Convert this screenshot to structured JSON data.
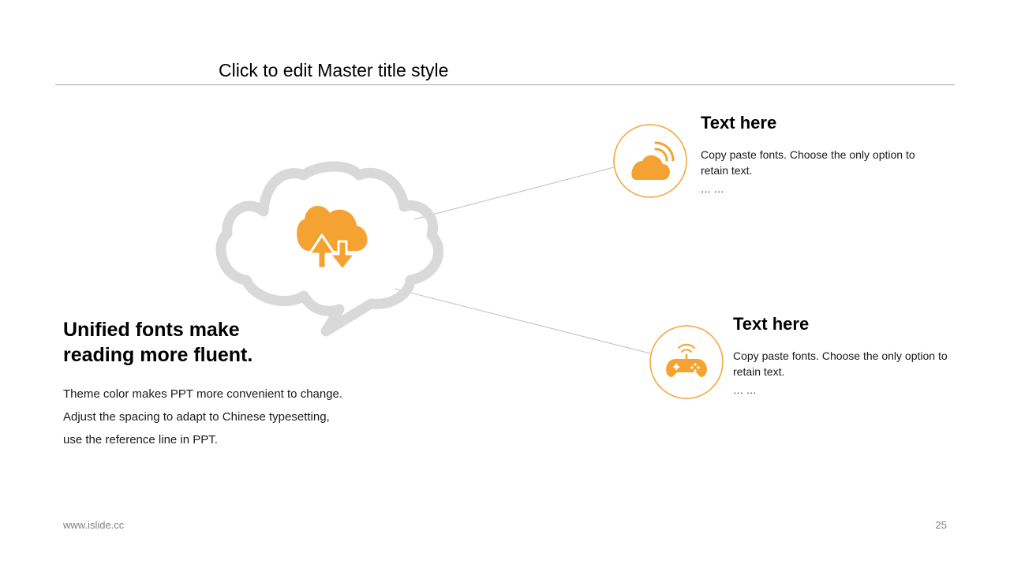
{
  "slide": {
    "master_title": "Click to edit Master title style",
    "headline_line1": "Unified fonts make",
    "headline_line2": "reading more fluent.",
    "body_lines": [
      "Theme color makes PPT more convenient to change.",
      "Adjust the spacing to adapt to Chinese typesetting,",
      "use the reference line in PPT."
    ],
    "items": [
      {
        "heading": "Text here",
        "text": "Copy paste fonts. Choose the only option to retain text.",
        "ellipsis": "… …",
        "icon": "cloud-wifi-icon"
      },
      {
        "heading": "Text here",
        "text": "Copy paste fonts. Choose the only option to retain text.",
        "ellipsis": "… …",
        "icon": "gamepad-icon"
      }
    ],
    "center_icon": "cloud-upload-download-icon",
    "footer_url": "www.islide.cc",
    "page_number": "25"
  },
  "colors": {
    "accent": "#F4A332",
    "speech_bubble": "#D9D9D9",
    "connector": "#BFBFBF",
    "rule": "#A6A6A6",
    "footer_text": "#7F7F7F"
  }
}
